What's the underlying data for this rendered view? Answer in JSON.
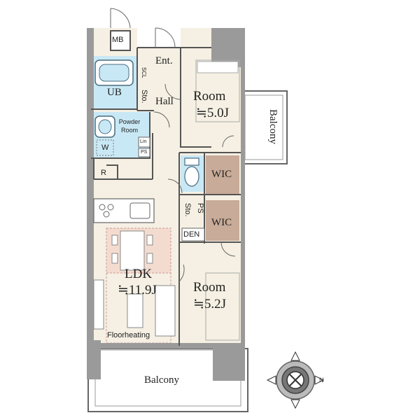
{
  "rooms": {
    "mb": "MB",
    "entrance": "Ent.",
    "scl": "SCL",
    "unit_bath": "UB",
    "storage_hall": "Sto.",
    "hall": "Hall",
    "room_north_name": "Room",
    "room_north_size": "≒5.0J",
    "powder_room": "Powder Room",
    "washer": "W",
    "linen": "Lin",
    "ps_small": "PS",
    "refrigerator": "R",
    "wic_upper": "WIC",
    "wic_lower": "WIC",
    "storage_mid": "Sto.",
    "ps_mid": "PS",
    "den": "DEN",
    "ldk_name": "LDK",
    "ldk_size": "≒11.9J",
    "room_south_name": "Room",
    "room_south_size": "≒5.2J",
    "floorheating": "Floorheating",
    "balcony_east": "Balcony",
    "balcony_south": "Balcony"
  },
  "compass": {
    "north_label": "N"
  },
  "colors": {
    "wall": "#9a9a9a",
    "floor": "#f5f0e3",
    "wet_area": "#c9e8f5",
    "wic": "#c8ab98",
    "floor_heating": "#f3dccf",
    "outline": "#555555"
  }
}
